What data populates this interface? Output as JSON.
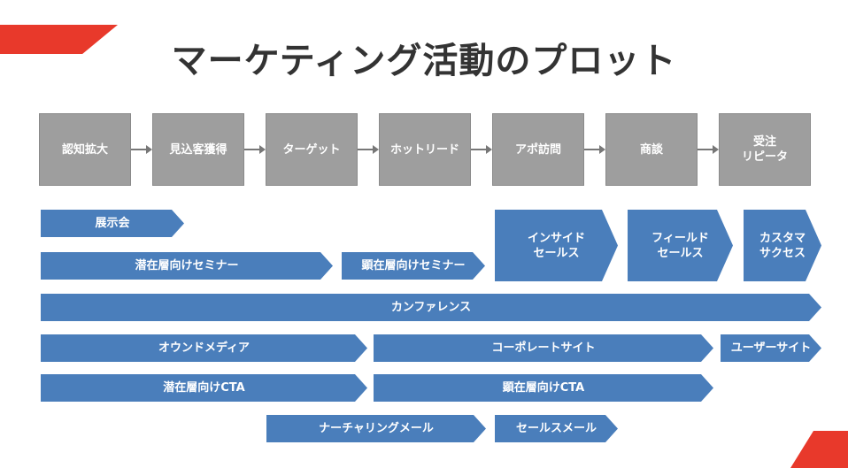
{
  "title": "マーケティング活動のプロット",
  "colors": {
    "accent_red": "#e8392b",
    "bar_blue": "#4a7ebb",
    "stage_gray": "#9e9e9e"
  },
  "stages": [
    "認知拡大",
    "見込客獲得",
    "ターゲット",
    "ホットリード",
    "アポ訪問",
    "商談",
    "受注\nリピータ"
  ],
  "activities": {
    "exhibition": "展示会",
    "latent_seminar": "潜在層向けセミナー",
    "manifest_seminar": "顕在層向けセミナー",
    "inside_sales": "インサイド\nセールス",
    "field_sales": "フィールド\nセールス",
    "customer_success": "カスタマ\nサクセス",
    "conference": "カンファレンス",
    "owned_media": "オウンドメディア",
    "corporate_site": "コーポレートサイト",
    "user_site": "ユーザーサイト",
    "latent_cta": "潜在層向けCTA",
    "manifest_cta": "顕在層向けCTA",
    "nurturing_mail": "ナーチャリングメール",
    "sales_mail": "セールスメール"
  }
}
